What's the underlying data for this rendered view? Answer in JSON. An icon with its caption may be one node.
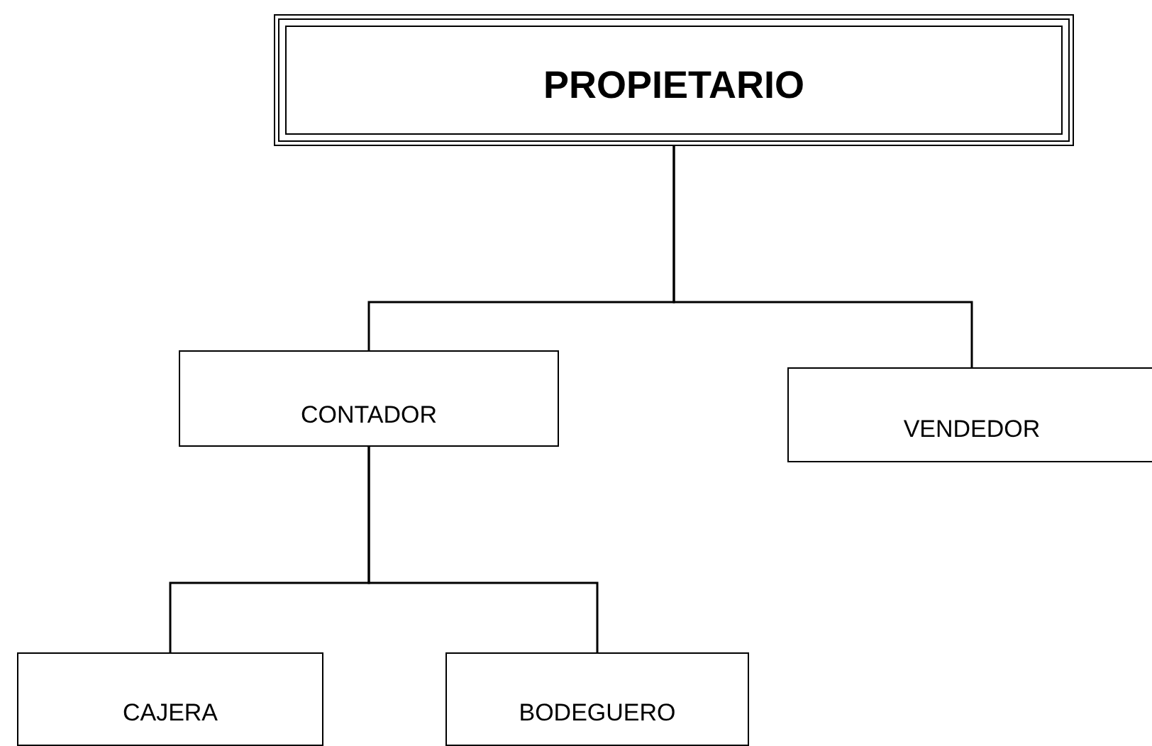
{
  "diagram": {
    "nodes": [
      {
        "text": [
          "PROPIETARIO"
        ]
      },
      {
        "text": [
          "CONTADOR"
        ]
      },
      {
        "text": [
          "VENDEDOR"
        ]
      },
      {
        "text": [
          "CAJERA"
        ]
      },
      {
        "text": [
          "BODEGUERO"
        ]
      }
    ],
    "edges": [
      {
        "from": 0,
        "to": 1,
        "arrow": "none"
      },
      {
        "from": 0,
        "to": 2,
        "arrow": "none"
      },
      {
        "from": 1,
        "to": 3,
        "arrow": "none"
      },
      {
        "from": 1,
        "to": 4,
        "arrow": "none"
      }
    ]
  }
}
